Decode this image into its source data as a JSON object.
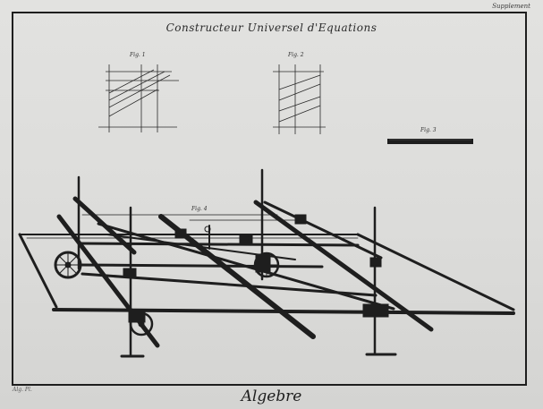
{
  "plate": {
    "title": "Constructeur Universel d'Equations",
    "corner_mark": "Supplement",
    "bottom_left_mark": "Alg. Pl.",
    "bottom_title": "Algebre"
  },
  "figures": {
    "fig1": {
      "label": "Fig. 1"
    },
    "fig2": {
      "label": "Fig. 2"
    },
    "fig3": {
      "label": "Fig. 3"
    },
    "fig4": {
      "label": "Fig. 4"
    }
  }
}
